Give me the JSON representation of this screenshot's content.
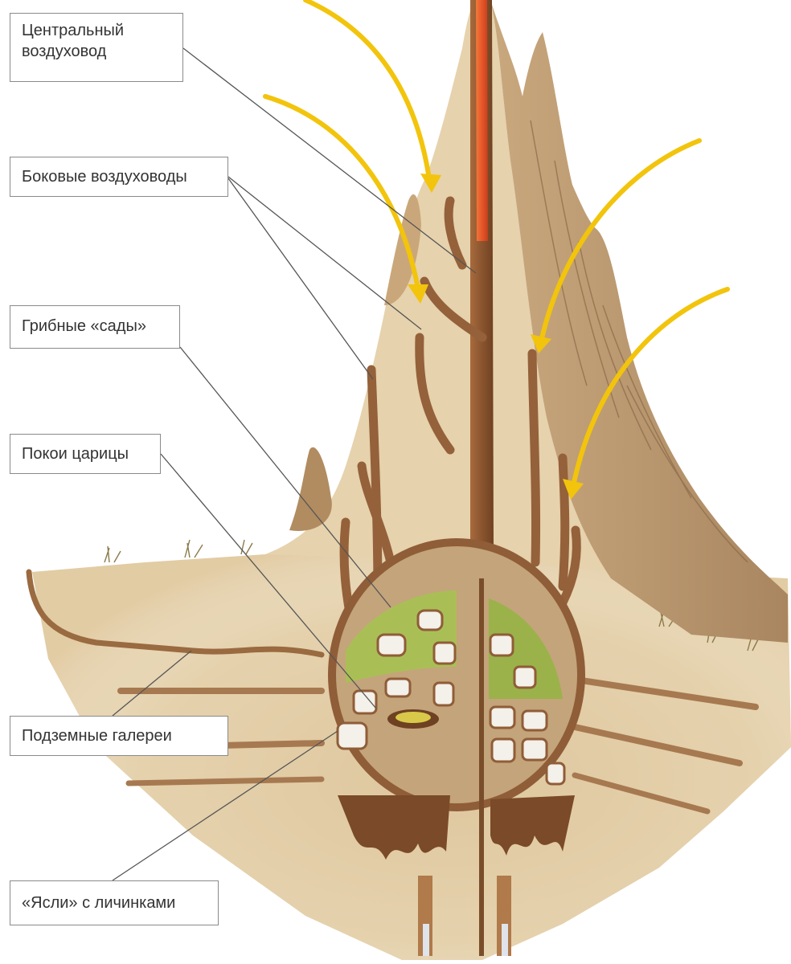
{
  "labels": {
    "central_air_duct": "Центральный\nвоздуховод",
    "side_air_ducts": "Боковые воздуховоды",
    "fungus_gardens": "Грибные «сады»",
    "queen_chamber": "Покои царицы",
    "underground_galleries": "Подземные галереи",
    "nursery": "«Ясли» с личинками"
  },
  "colors": {
    "mound_sand": "#e3cfa8",
    "mound_shadow": "#b98f60",
    "tunnel_brown": "#8a5a35",
    "central_duct": "#e8562a",
    "airflow_arrow": "#f2c40c",
    "fungus_green": "#9bb24a",
    "leader_line": "#555555"
  }
}
